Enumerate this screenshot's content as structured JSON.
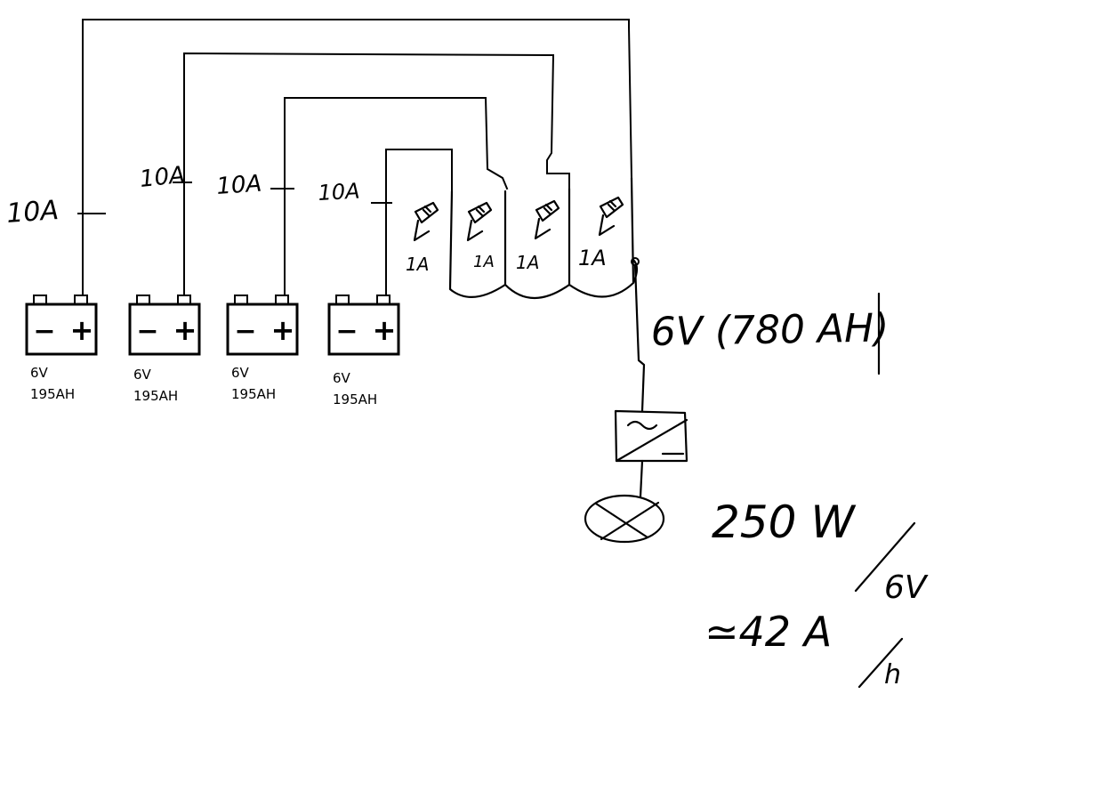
{
  "batteries": [
    {
      "voltage": "6V",
      "capacity": "195AH",
      "current_label": "10A"
    },
    {
      "voltage": "6V",
      "capacity": "195AH",
      "current_label": "10A"
    },
    {
      "voltage": "6V",
      "capacity": "195AH",
      "current_label": "10A"
    },
    {
      "voltage": "6V",
      "capacity": "195AH",
      "current_label": "10A"
    }
  ],
  "terminal_symbols": {
    "negative": "−",
    "positive": "+"
  },
  "fuse_labels": [
    "1A",
    "1A",
    "1A",
    "1A"
  ],
  "bank_label": "6V (780 AH)",
  "load": {
    "power": "250 W",
    "per_voltage": "6V",
    "current": "≃42 A",
    "per_unit": "h"
  },
  "icons": [
    "battery-icon",
    "fuse-icon",
    "inverter-icon",
    "lamp-icon"
  ]
}
